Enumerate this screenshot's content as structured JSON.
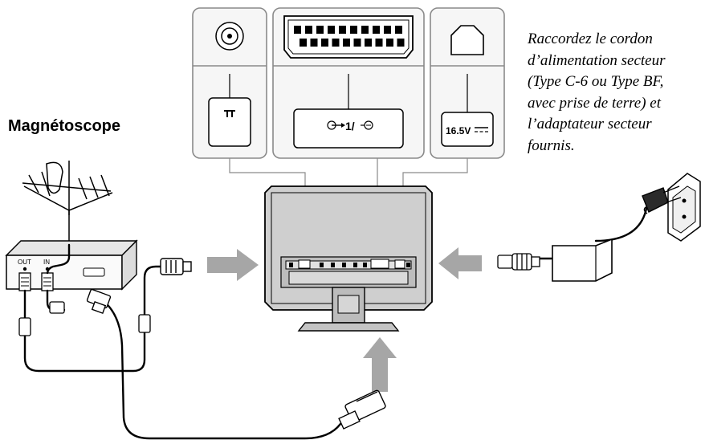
{
  "note": {
    "lines": [
      "Raccordez le cordon",
      "d’alimentation secteur",
      "(Type C-6 ou Type BF,",
      "avec prise de terre) et",
      "l’adaptateur secteur",
      "fournis."
    ]
  },
  "vcr_title": "Magnétoscope",
  "panels": {
    "scart_label": "1/",
    "dc_label": "16.5V"
  },
  "vcr": {
    "out_label": "OUT",
    "in_label": "IN"
  },
  "colors": {
    "panel_border": "#8a8a8a",
    "panel_fill": "#f4f4f4",
    "arrow_gray": "#a6a6a6",
    "tv_gray": "#c9c9c9",
    "line": "#000000"
  },
  "icons": [
    "antenna-connector-icon",
    "scart-connector-icon",
    "dc-connector-icon",
    "arrow-icon"
  ]
}
